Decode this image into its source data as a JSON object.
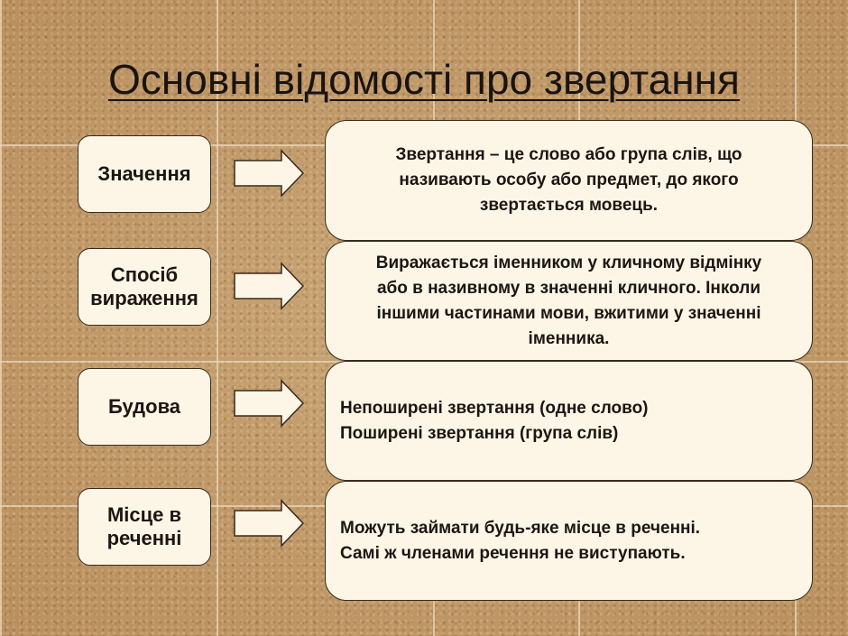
{
  "title": "Основні відомості про звертання",
  "rows": [
    {
      "label": [
        "Значення"
      ],
      "content": [
        "Звертання – це слово або група слів, що",
        "називають особу або предмет, до якого",
        "звертається мовець."
      ]
    },
    {
      "label": [
        "Спосіб",
        "вираження"
      ],
      "content": [
        "Виражається іменником у кличному відмінку",
        "або в називному в значенні кличного. Інколи",
        "іншими частинами мови, вжитими у значенні",
        "іменника."
      ]
    },
    {
      "label": [
        "Будова"
      ],
      "content": [
        "Непоширені звертання (одне слово)",
        "Поширені звертання (група слів)"
      ]
    },
    {
      "label": [
        "Місце в",
        "реченні"
      ],
      "content": [
        "Можуть займати будь-яке місце в реченні.",
        "Самі ж членами речення не виступають."
      ]
    }
  ],
  "colors": {
    "box_fill": "#fdf6e6",
    "box_border": "#3a2a1c",
    "text": "#1c1512",
    "background": "#c0996a"
  },
  "icons": [
    "arrow-right-icon"
  ]
}
